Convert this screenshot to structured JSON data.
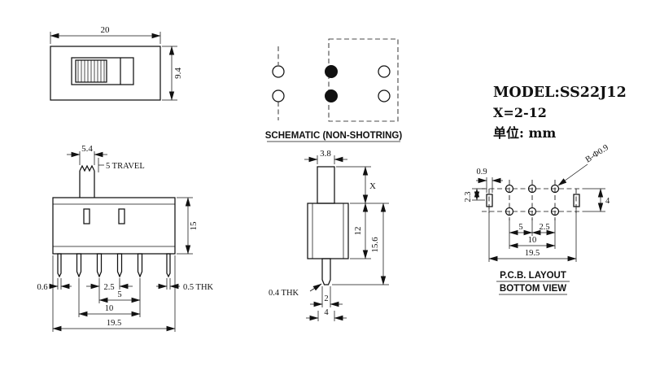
{
  "colors": {
    "ink": "#111111"
  },
  "title_block": {
    "model": "MODEL:SS22J12",
    "x_range": "X=2-12",
    "unit": "单位: mm"
  },
  "top_view": {
    "width": "20",
    "height": "9.4"
  },
  "schematic": {
    "label": "SCHEMATIC (NON-SHOTRING)"
  },
  "front_view": {
    "knob_width": "5.4",
    "travel": "5 TRAVEL",
    "body_height": "15",
    "tab_width": "0.6",
    "pin_pitch": "2.5",
    "tab_thk": "0.5 THK",
    "pitch_2": "5",
    "pitch_3": "10",
    "total_width": "19.5"
  },
  "side_view": {
    "knob_width": "3.8",
    "knob_height": "X",
    "body_height": "12",
    "total_height": "15.6",
    "pin_thk": "0.4 THK",
    "pin_width": "2",
    "pin_span": "4"
  },
  "pcb_view": {
    "slot_width": "0.9",
    "hole_callout": "B-Φ0.9",
    "row_offset": "2.3",
    "row_pitch": "4",
    "pitch_1": "5",
    "pitch_2": "2.5",
    "pitch_3": "10",
    "total_width": "19.5",
    "label_line1": "P.C.B. LAYOUT",
    "label_line2": "BOTTOM VIEW"
  }
}
